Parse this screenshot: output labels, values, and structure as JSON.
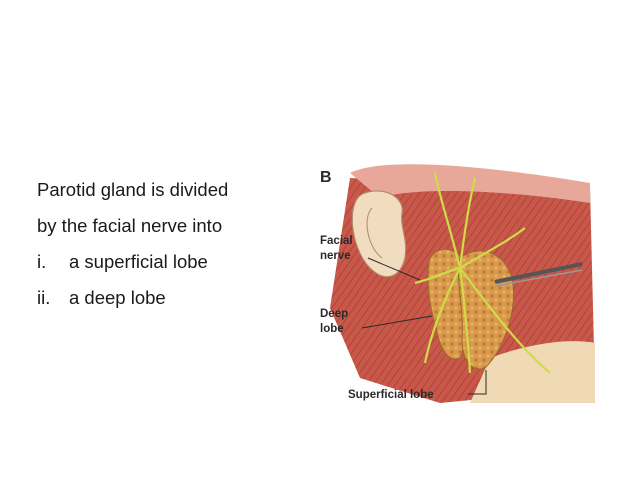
{
  "text": {
    "line1": "Parotid gland is divided",
    "line2": "by the facial nerve into",
    "item1_num": "i.",
    "item1_text": "a superficial lobe",
    "item2_num": "ii.",
    "item2_text": "a deep lobe"
  },
  "figure": {
    "panel_label": "B",
    "label_facial_1": "Facial",
    "label_facial_2": "nerve",
    "label_deep_1": "Deep",
    "label_deep_2": "lobe",
    "label_superficial": "Superficial lobe"
  },
  "colors": {
    "muscle": "#c8584a",
    "gland": "#d99a4e",
    "nerve": "#c9d84a",
    "skin": "#f0d9b5"
  }
}
